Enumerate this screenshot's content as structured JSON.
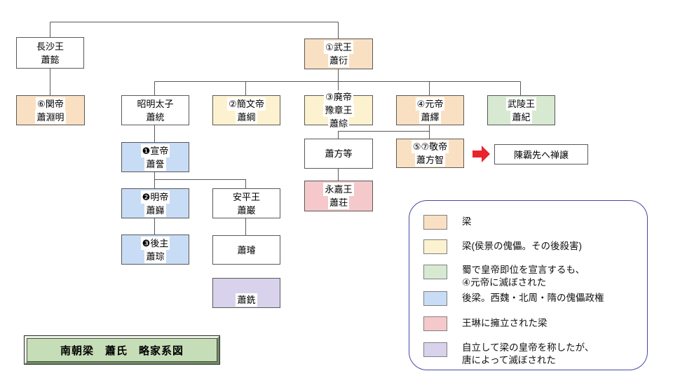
{
  "colors": {
    "white": "#FFFFFF",
    "liang_peach": "#FAE0C3",
    "puppet_yellow": "#FDF2CF",
    "shu_green": "#D8E9D2",
    "later_liang_blue": "#C8DCF5",
    "wanglin_pink": "#F5C9CB",
    "self_lavender": "#D9D2EC",
    "box_border": "#595959",
    "line_gray": "#595959",
    "legend_border": "#4747A3",
    "arrow_red": "#E8252B",
    "title_fill": "#C6DEB8"
  },
  "nodes": {
    "changsha": {
      "lines": [
        "長沙王",
        "蕭懿"
      ]
    },
    "wu": {
      "lines": [
        "①武王",
        "蕭衍"
      ]
    },
    "kan": {
      "lines": [
        "⑥関帝",
        "蕭淵明"
      ]
    },
    "shomei": {
      "lines": [
        "昭明太子",
        "蕭統"
      ]
    },
    "kanbun": {
      "lines": [
        "②簡文帝",
        "蕭綱"
      ]
    },
    "haitei": {
      "lines": [
        "③廃帝",
        "豫章王",
        "蕭綜"
      ]
    },
    "gentei": {
      "lines": [
        "④元帝",
        "蕭繹"
      ]
    },
    "buryo": {
      "lines": [
        "武陵王",
        "蕭紀"
      ]
    },
    "sentei": {
      "lines": [
        "❶宣帝",
        "蕭詧"
      ]
    },
    "hoto": {
      "lines": [
        "蕭方等"
      ]
    },
    "keitei": {
      "lines": [
        "⑤⑦敬帝",
        "蕭方智"
      ]
    },
    "meitei": {
      "lines": [
        "❷明帝",
        "蕭巋"
      ]
    },
    "anpei": {
      "lines": [
        "安平王",
        "蕭巌"
      ]
    },
    "eika": {
      "lines": [
        "永嘉王",
        "蕭荘"
      ]
    },
    "koshu": {
      "lines": [
        "❸後主",
        "蕭琮"
      ]
    },
    "sen": {
      "lines": [
        "蕭璿"
      ]
    },
    "xian": {
      "lines": [
        "蕭銑"
      ]
    }
  },
  "annotation": {
    "zenjo": "陳霸先へ禅譲"
  },
  "legend": {
    "items": [
      {
        "color": "liang_peach",
        "lines": [
          "梁"
        ]
      },
      {
        "color": "puppet_yellow",
        "lines": [
          "梁(侯景の傀儡。その後殺害)"
        ]
      },
      {
        "color": "shu_green",
        "lines": [
          "蜀で皇帝即位を宣言するも、",
          "④元帝に滅ぼされた"
        ]
      },
      {
        "color": "later_liang_blue",
        "lines": [
          "後梁。西魏・北周・隋の傀儡政権"
        ]
      },
      {
        "color": "wanglin_pink",
        "lines": [
          "王琳に擁立された梁"
        ]
      },
      {
        "color": "self_lavender",
        "lines": [
          "自立して梁の皇帝を称したが、",
          "唐によって滅ぼされた"
        ]
      }
    ]
  },
  "title_box": {
    "label": "南朝梁　蕭氏　略家系図"
  }
}
